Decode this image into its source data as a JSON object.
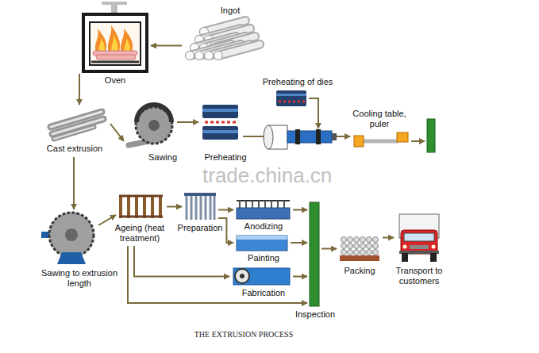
{
  "diagram": {
    "caption": "THE EXTRUSION PROCESS",
    "nodes": [
      {
        "text": [
          "Ingot"
        ]
      },
      {
        "text": [
          "Oven"
        ]
      },
      {
        "text": [
          "Cast extrusion"
        ]
      },
      {
        "text": [
          "Sawing"
        ]
      },
      {
        "text": [
          "Preheating"
        ]
      },
      {
        "text": [
          "Preheating of dies"
        ]
      },
      {
        "text": [
          "Cooling table, puler"
        ]
      },
      {
        "text": [
          "Sawing to extrusion length"
        ]
      },
      {
        "text": [
          "Ageing (heat treatment)"
        ]
      },
      {
        "text": [
          "Preparation"
        ]
      },
      {
        "text": [
          "Anodizing"
        ]
      },
      {
        "text": [
          "Painting"
        ]
      },
      {
        "text": [
          "Fabrication"
        ]
      },
      {
        "text": [
          "Inspection"
        ]
      },
      {
        "text": [
          "Packing"
        ]
      },
      {
        "text": [
          "Transport to customers"
        ]
      }
    ],
    "edges": [
      {
        "from": 0,
        "to": 1,
        "arrow": "to"
      },
      {
        "from": 1,
        "to": 2,
        "arrow": "to"
      },
      {
        "from": 2,
        "to": 3,
        "arrow": "to"
      },
      {
        "from": 3,
        "to": 4,
        "arrow": "to"
      },
      {
        "from": 4,
        "to": 6,
        "arrow": "to"
      },
      {
        "from": 2,
        "to": 7,
        "arrow": "to"
      },
      {
        "from": 7,
        "to": 8,
        "arrow": "to"
      },
      {
        "from": 8,
        "to": 9,
        "arrow": "to"
      },
      {
        "from": 9,
        "to": 10,
        "arrow": "to"
      },
      {
        "from": 9,
        "to": 11,
        "arrow": "to"
      },
      {
        "from": 8,
        "to": 12,
        "arrow": "to"
      },
      {
        "from": 8,
        "to": 13,
        "arrow": "to"
      },
      {
        "from": 10,
        "to": 13,
        "arrow": "to"
      },
      {
        "from": 11,
        "to": 13,
        "arrow": "to"
      },
      {
        "from": 12,
        "to": 13,
        "arrow": "to"
      },
      {
        "from": 13,
        "to": 14,
        "arrow": "to"
      },
      {
        "from": 14,
        "to": 15,
        "arrow": "to"
      }
    ],
    "labels": [
      "trade.china.cn"
    ]
  }
}
